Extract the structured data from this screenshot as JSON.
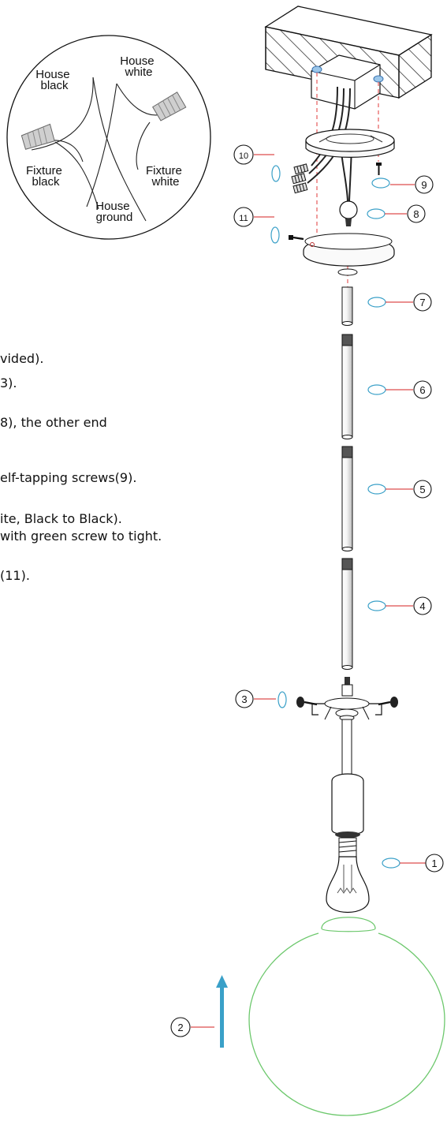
{
  "wiring_inset": {
    "house_black": [
      "House",
      "black"
    ],
    "house_white": [
      "House",
      "white"
    ],
    "fixture_black": [
      "Fixture",
      "black"
    ],
    "fixture_white": [
      "Fixture",
      "white"
    ],
    "house_ground": [
      "House",
      "ground"
    ]
  },
  "instructions": [
    "vided).",
    "3).",
    "8), the other end",
    "elf-tapping screws(9).",
    "ite, Black to Black).",
    "with green screw to tight.",
    "(11)."
  ],
  "callouts": [
    "1",
    "2",
    "3",
    "4",
    "5",
    "6",
    "7",
    "8",
    "9",
    "10",
    "11"
  ],
  "colors": {
    "line": "#1a1a1a",
    "leader": "#d62020",
    "dashed": "#e03a3a",
    "arrow": "#3aa0c8",
    "globe": "#6dc86d",
    "screw_blue": "#6aa6d8"
  }
}
